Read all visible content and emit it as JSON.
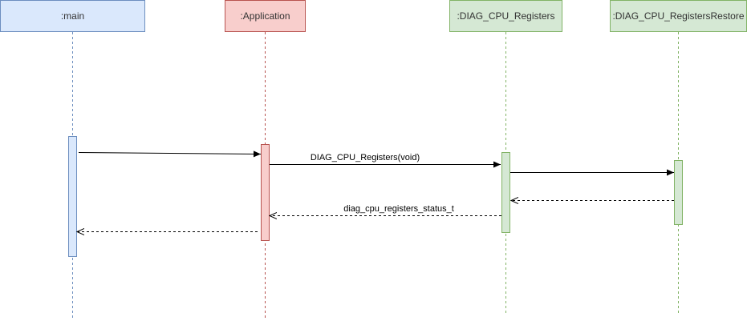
{
  "participants": {
    "main": ":main",
    "application": ":Application",
    "diag_cpu_registers": ":DIAG_CPU_Registers",
    "diag_cpu_registers_restore": ":DIAG_CPU_RegistersRestore"
  },
  "messages": {
    "call_registers": "DIAG_CPU_Registers(void)",
    "return_status": "diag_cpu_registers_status_t"
  },
  "colors": {
    "blue_fill": "#dae8fc",
    "blue_stroke": "#6c8ebf",
    "red_fill": "#f8cecc",
    "red_stroke": "#b85450",
    "green_fill": "#d5e8d4",
    "green_stroke": "#82b366"
  }
}
